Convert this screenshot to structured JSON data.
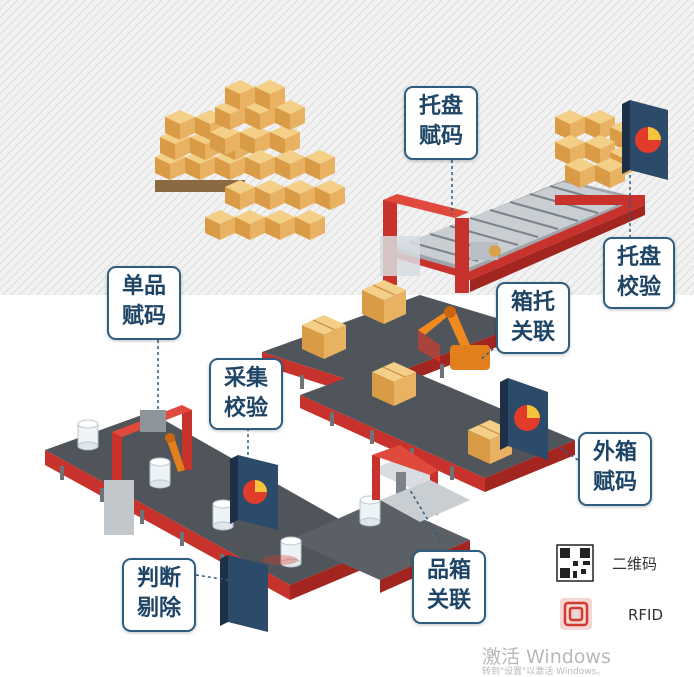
{
  "callouts": {
    "pallet_coding": {
      "line1": "托盘",
      "line2": "赋码"
    },
    "pallet_check": {
      "line1": "托盘",
      "line2": "校验"
    },
    "unit_coding": {
      "line1": "单品",
      "line2": "赋码"
    },
    "box_pallet_link": {
      "line1": "箱托",
      "line2": "关联"
    },
    "collect_check": {
      "line1": "采集",
      "line2": "校验"
    },
    "outer_box_coding": {
      "line1": "外箱",
      "line2": "赋码"
    },
    "judge_reject": {
      "line1": "判断",
      "line2": "剔除"
    },
    "product_box_link": {
      "line1": "品箱",
      "line2": "关联"
    }
  },
  "legend": {
    "qr_label": "二维码",
    "rfid_label": "RFID",
    "qr_icon": "qr-code-icon",
    "rfid_icon": "rfid-icon"
  },
  "watermark": {
    "title": "激活 Windows",
    "subtitle": "转到\"设置\"以激活 Windows。"
  },
  "colors": {
    "callout_border": "#2f5d80",
    "callout_text": "#1f4566",
    "conveyor_frame": "#c8322c",
    "belt": "#555a60",
    "scanner": "#2c4a6a",
    "box": "#e7b25e"
  }
}
